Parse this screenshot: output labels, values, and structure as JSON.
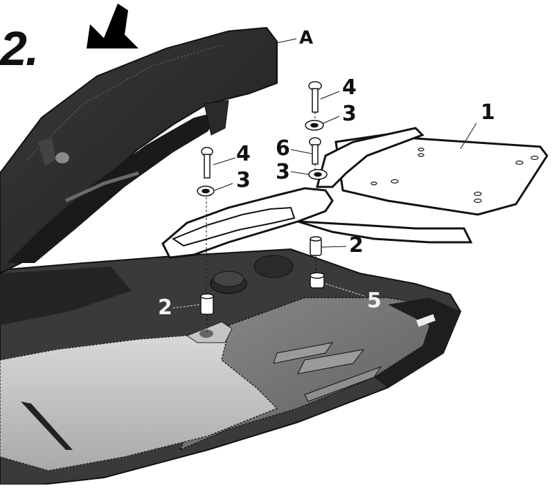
{
  "diagram": {
    "step_number": "2.",
    "type": "exploded assembly diagram",
    "subject": "rear luggage rack mounting onto scooter",
    "colors": {
      "background": "#ffffff",
      "seat": "#2e2e2e",
      "body_dark": "#3a3a3a",
      "body_mid": "#7b7b7b",
      "body_light": "#cfcfcf",
      "rack_fill": "#ffffff",
      "outline": "#111111"
    }
  },
  "callouts": [
    {
      "id": "A",
      "text": "A",
      "target": "seat (raised)"
    },
    {
      "id": "1",
      "text": "1",
      "target": "luggage rack plate"
    },
    {
      "id": "4a",
      "text": "4",
      "target": "bolt (right)"
    },
    {
      "id": "3a",
      "text": "3",
      "target": "washer (right upper)"
    },
    {
      "id": "6",
      "text": "6",
      "target": "bolt (short)"
    },
    {
      "id": "3b",
      "text": "3",
      "target": "washer (right lower)"
    },
    {
      "id": "4b",
      "text": "4",
      "target": "bolt (left)"
    },
    {
      "id": "3c",
      "text": "3",
      "target": "washer (left)"
    },
    {
      "id": "2a",
      "text": "2",
      "target": "spacer (right)"
    },
    {
      "id": "2b",
      "text": "2",
      "target": "spacer (left)"
    },
    {
      "id": "5",
      "text": "5",
      "target": "spacer on mount"
    }
  ],
  "arrow": {
    "direction": "down-right",
    "meaning": "press seat closed"
  }
}
